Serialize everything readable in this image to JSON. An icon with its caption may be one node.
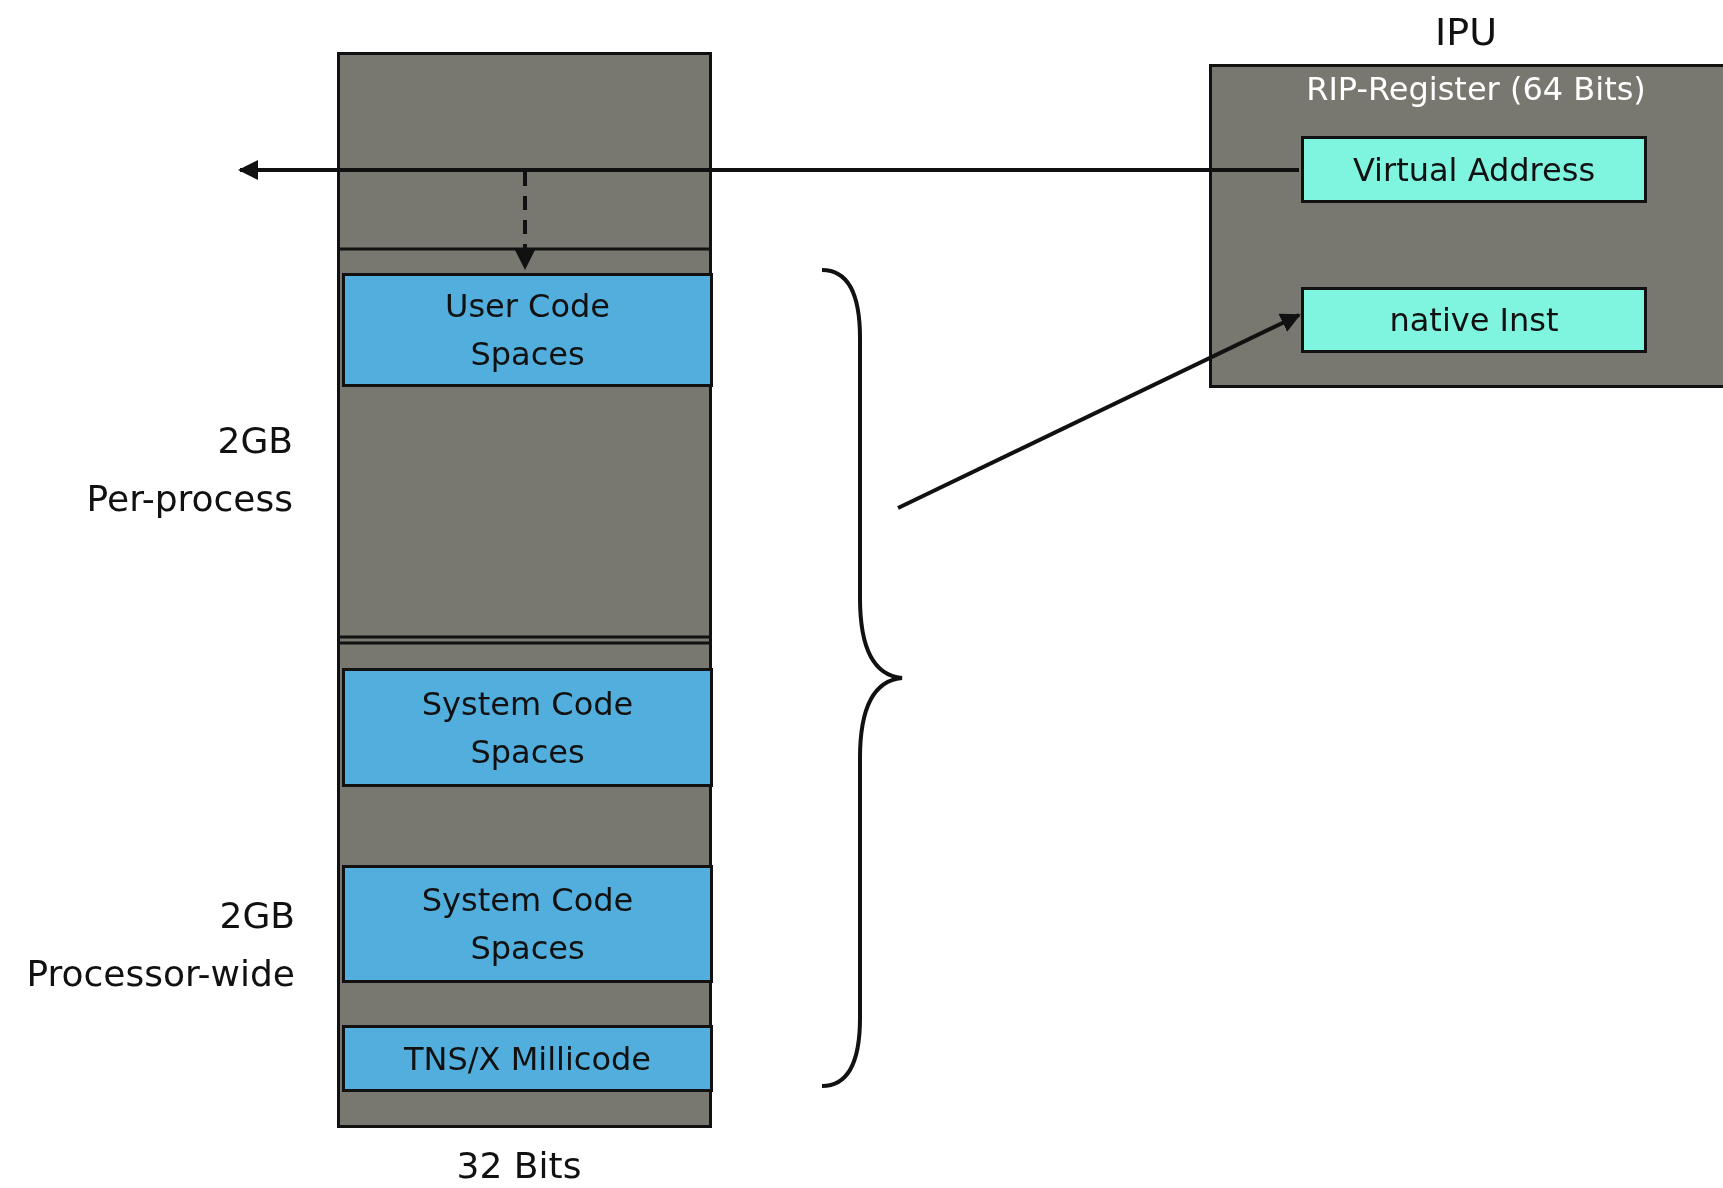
{
  "diagram": {
    "nodes": [
      {
        "text": [],
        "shape": "box"
      },
      {
        "text": [
          "User Code Spaces"
        ],
        "in": 0
      },
      {
        "text": [
          "System Code Spaces"
        ],
        "in": 0
      },
      {
        "text": [
          "System Code Spaces"
        ],
        "in": 0
      },
      {
        "text": [
          "TNS/X Millicode"
        ],
        "in": 0
      },
      {
        "text": [],
        "shape": "brace"
      },
      {
        "text": [
          "IPU",
          "RIP-Register (64 Bits)"
        ]
      },
      {
        "text": [
          "Virtual Address"
        ],
        "in": 6
      },
      {
        "text": [
          "native Inst"
        ],
        "in": 6
      }
    ],
    "edges": [
      {
        "from": 7,
        "to": null,
        "arrow": "to"
      },
      {
        "from": null,
        "to": 1,
        "arrow": "to",
        "style": "dashed"
      },
      {
        "from": 5,
        "to": 8,
        "arrow": "to"
      }
    ],
    "labels": [
      "2GB",
      "Per-process",
      "2GB",
      "Processor-wide",
      "32 Bits"
    ]
  }
}
